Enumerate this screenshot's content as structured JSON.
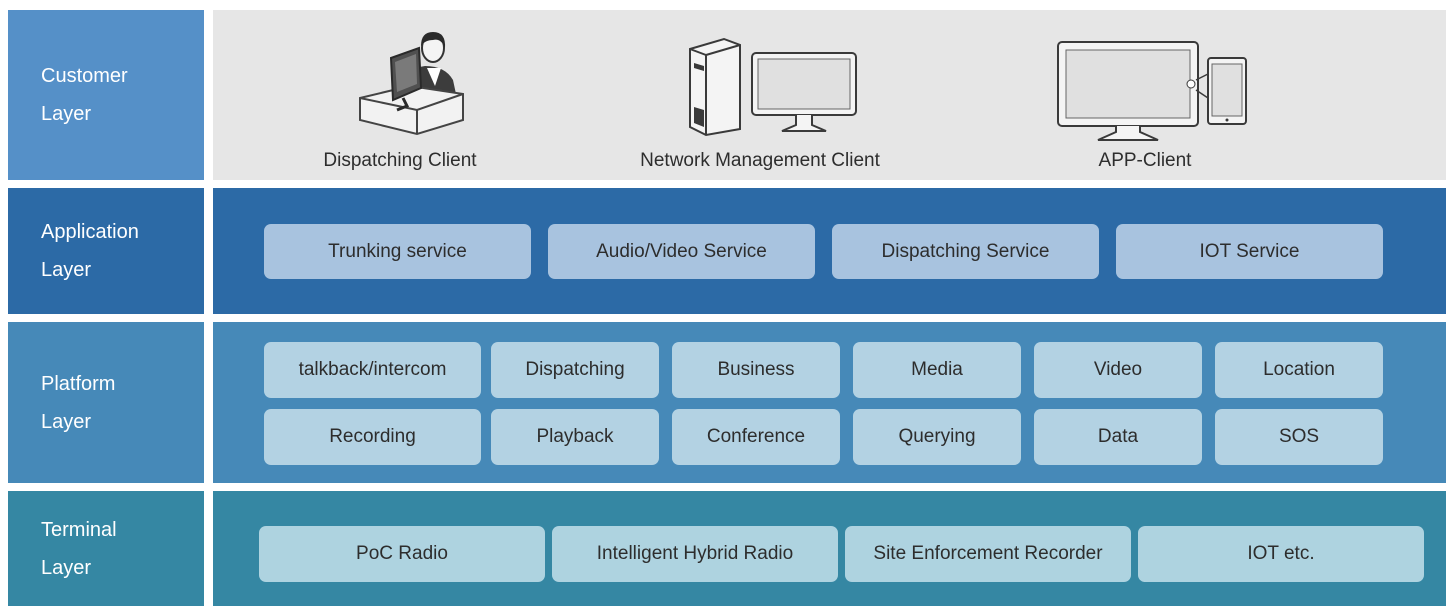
{
  "colors": {
    "customer_label": "#5590c8",
    "customer_panel": "#e6e6e6",
    "application": "#2c6aa6",
    "platform": "#4689b8",
    "terminal": "#3587a3",
    "application_pill": "#a8c3df",
    "platform_pill": "#b3d2e3",
    "terminal_pill": "#aed3e0"
  },
  "layers": {
    "customer": {
      "label_line1": "Customer",
      "label_line2": "Layer",
      "clients": [
        {
          "label": "Dispatching Client",
          "icon": "operator-at-desk-icon"
        },
        {
          "label": "Network Management Client",
          "icon": "desktop-computer-icon"
        },
        {
          "label": "APP-Client",
          "icon": "monitor-and-tablet-icon"
        }
      ]
    },
    "application": {
      "label_line1": "Application",
      "label_line2": "Layer",
      "items": [
        "Trunking service",
        "Audio/Video Service",
        "Dispatching Service",
        "IOT Service"
      ]
    },
    "platform": {
      "label_line1": "Platform",
      "label_line2": "Layer",
      "row1": [
        "talkback/intercom",
        "Dispatching",
        "Business",
        "Media",
        "Video",
        "Location"
      ],
      "row2": [
        "Recording",
        "Playback",
        "Conference",
        "Querying",
        "Data",
        "SOS"
      ]
    },
    "terminal": {
      "label_line1": "Terminal",
      "label_line2": "Layer",
      "items": [
        "PoC Radio",
        "Intelligent Hybrid Radio",
        "Site Enforcement Recorder",
        "IOT etc."
      ]
    }
  }
}
